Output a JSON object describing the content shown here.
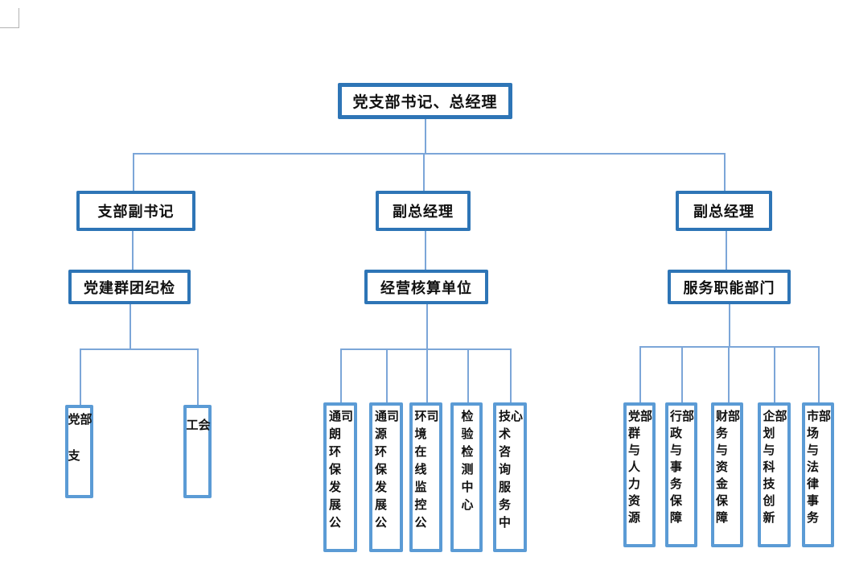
{
  "org_chart": {
    "root": "党支部书记、总经理",
    "branches": [
      {
        "head": "支部副书记",
        "unit": "党建群团纪检",
        "children": [
          "党支部",
          "工会"
        ]
      },
      {
        "head": "副总经理",
        "unit": "经营核算单位",
        "children": [
          "通朗环保发展公司",
          "通源环保发展公司",
          "环境在线监控公司",
          "检验检测中心",
          "技术咨询服务中心"
        ]
      },
      {
        "head": "副总经理",
        "unit": "服务职能部门",
        "children": [
          "党群与人力资源部",
          "行政与事务保障部",
          "财务与资金保障部",
          "企划与科技创新部",
          "市场与法律事务部"
        ]
      }
    ],
    "colors": {
      "node_border": "#2e75b6",
      "leaf_border": "#5b9bd5",
      "connector": "#7ca6d8"
    }
  }
}
